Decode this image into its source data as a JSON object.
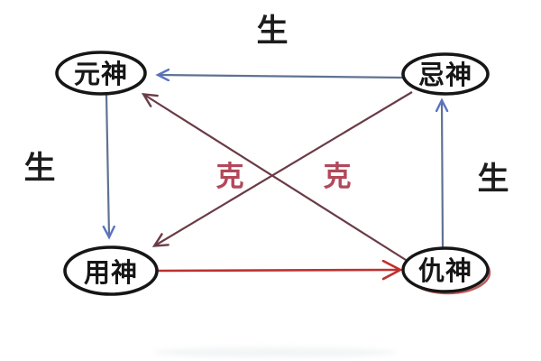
{
  "diagram": {
    "description_type": "relationship-diagram",
    "nodes": {
      "yuanshen": {
        "label": "元神"
      },
      "jishen": {
        "label": "忌神"
      },
      "yongshen": {
        "label": "用神"
      },
      "choushen": {
        "label": "仇神"
      }
    },
    "relation_labels": {
      "sheng_top": "生",
      "sheng_left": "生",
      "sheng_right": "生",
      "ke_left": "克",
      "ke_right": "克"
    },
    "edges": [
      {
        "from": "忌神",
        "to": "元神",
        "relation": "生",
        "style": "blue-arrow-horizontal-top"
      },
      {
        "from": "元神",
        "to": "用神",
        "relation": "生",
        "style": "blue-arrow-vertical-left"
      },
      {
        "from": "仇神",
        "to": "忌神",
        "relation": "生",
        "style": "blue-arrow-vertical-right"
      },
      {
        "from": "用神",
        "to": "仇神",
        "relation": "克",
        "style": "red-arrow-horizontal-bottom"
      },
      {
        "from": "忌神",
        "to": "用神",
        "relation": "克",
        "style": "dark-red-diagonal-arrow"
      },
      {
        "from": "仇神",
        "to": "元神",
        "relation": "克",
        "style": "dark-red-diagonal-arrow"
      }
    ],
    "colors": {
      "background": "#ffffff",
      "node_outline": "#161616",
      "node_text": "#161616",
      "choushen_text": "#4d2226",
      "choushen_accent": "#b23a3a",
      "sheng_line": "#5f7392",
      "sheng_arrowhead": "#5a72c4",
      "ke_diagonal": "#6a3b46",
      "ke_label": "#b2485a",
      "ke_bottom_arrow": "#bf3030",
      "sheng_label_text": "#1d1d1d"
    }
  }
}
